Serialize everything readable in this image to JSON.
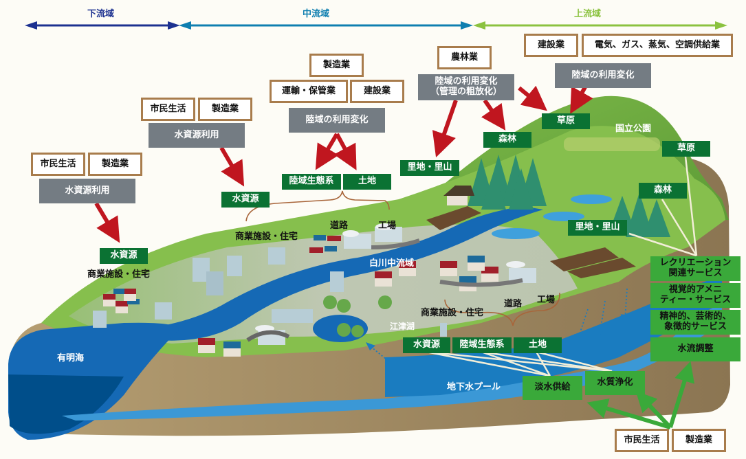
{
  "regions": {
    "downstream": {
      "label": "下流域",
      "color": "#1c3190"
    },
    "midstream": {
      "label": "中流域",
      "color": "#0f7fb0"
    },
    "upstream": {
      "label": "上流域",
      "color": "#8bc23f"
    }
  },
  "downstream": {
    "actors_left": [
      "市民生活",
      "製造業"
    ],
    "driver_left": "水資源利用",
    "target_left": "水資源",
    "caption_left": "商業施設・住宅",
    "actors_mid": [
      "市民生活",
      "製造業"
    ],
    "driver_mid": "水資源利用",
    "target_mid": "水資源",
    "sea": "有明海"
  },
  "midstream": {
    "actors": {
      "top": "製造業",
      "left": "運輸・保管業",
      "right": "建設業"
    },
    "driver": "陸域の利用変化",
    "targets": [
      "陸域生態系",
      "土地"
    ],
    "labels": {
      "commercial": "商業施設・住宅",
      "road": "道路",
      "factory": "工場"
    },
    "river": "白川中流域",
    "lake": "江津湖",
    "lower_labels": {
      "commercial": "商業施設・住宅",
      "road": "道路",
      "factory": "工場"
    },
    "lower_targets": [
      "水資源",
      "陸域生態系",
      "土地"
    ],
    "groundwater": "地下水プール"
  },
  "upstream": {
    "agri": {
      "actor": "農林業",
      "driver_line1": "陸域の利用変化",
      "driver_line2": "（管理の粗放化）",
      "targets": [
        "里地・里山",
        "森林"
      ]
    },
    "energy": {
      "actors": [
        "建設業",
        "電気、ガス、蒸気、空調供給業"
      ],
      "driver": "陸域の利用変化",
      "target": "草原"
    },
    "park": "国立公園",
    "ecosystem_labels": {
      "grassland": "草原",
      "forest": "森林",
      "satoyama": "里地・里山"
    }
  },
  "services": {
    "cultural": [
      {
        "line1": "レクリエーション",
        "line2": "関連サービス"
      },
      {
        "line1": "視覚的アメニ",
        "line2": "ティー・サービス"
      },
      {
        "line1": "精神的、芸術的、",
        "line2": "象徴的サービス"
      },
      {
        "line1": "水流調整",
        "line2": ""
      }
    ],
    "water": [
      "淡水供給",
      "水質浄化"
    ],
    "beneficiaries": [
      "市民生活",
      "製造業"
    ]
  },
  "colors": {
    "actor_border": "#a87c4c",
    "driver_gray": "#747c83",
    "ecosystem_green": "#0b7233",
    "service_green": "#3aa93a",
    "impact_arrow": "#c0161f",
    "benefit_arrow": "#3aa93a"
  }
}
